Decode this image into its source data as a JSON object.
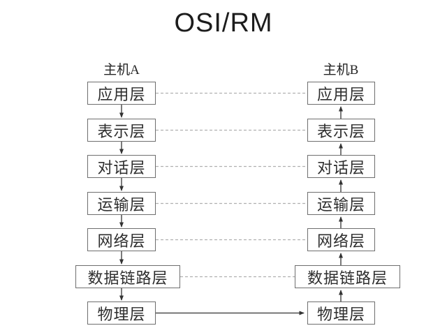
{
  "title": "OSI/RM",
  "hosts": [
    "主机A",
    "主机B"
  ],
  "layers": [
    "应用层",
    "表示层",
    "对话层",
    "运输层",
    "网络层",
    "数据链路层",
    "物理层"
  ],
  "flow": {
    "host_a_arrows": "down",
    "host_b_arrows": "up",
    "peer_layer_links": "dashed, no arrowheads (layers 1-6)",
    "physical_link": "solid line with right arrowhead from host A physical layer to host B physical layer"
  },
  "colors": {
    "background": "#ffffff",
    "text": "#2b2b2b",
    "box_border": "#6e6e6e",
    "dashed_line": "#b0b0b0",
    "arrow": "#333333"
  }
}
